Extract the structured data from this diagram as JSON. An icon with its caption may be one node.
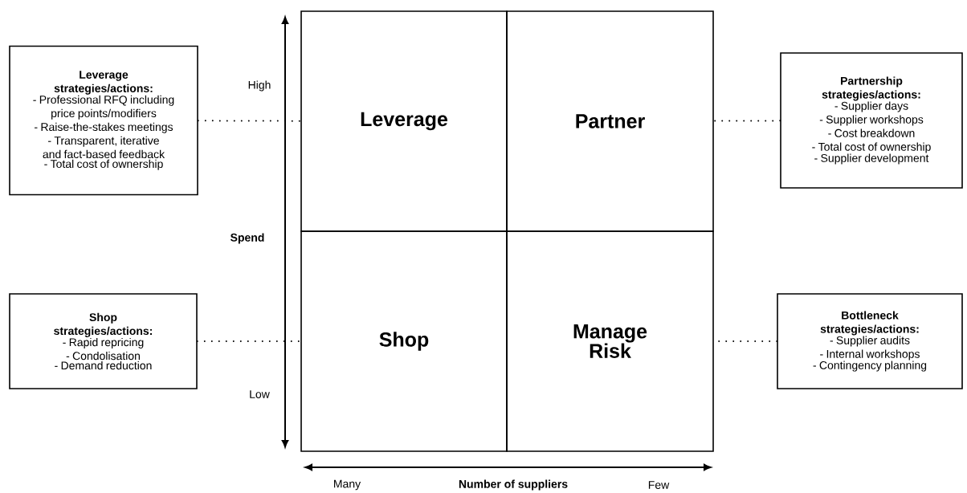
{
  "diagram": {
    "nodes": [
      {
        "text": [
          "Leverage"
        ]
      },
      {
        "text": [
          "Partner"
        ]
      },
      {
        "text": [
          "Shop"
        ]
      },
      {
        "text": [
          "Manage Risk"
        ]
      },
      {
        "text": [
          "Leverage strategies/actions:",
          "- Professional RFQ including price points/modifiers",
          "- Raise-the-stakes meetings",
          "- Transparent, iterative and fact-based feedback",
          "- Total cost of ownership"
        ]
      },
      {
        "text": [
          "Partnership strategies/actions:",
          "- Supplier days",
          "- Supplier workshops",
          "- Cost breakdown",
          "- Total cost of ownership",
          "- Supplier development"
        ]
      },
      {
        "text": [
          "Shop strategies/actions:",
          "- Rapid repricing",
          "- Condolisation",
          "- Demand reduction"
        ]
      },
      {
        "text": [
          "Bottleneck strategies/actions:",
          "- Supplier audits",
          "- Internal workshops",
          "- Contingency planning"
        ]
      }
    ],
    "edges": [
      {
        "from": 4,
        "to": 0,
        "arrow": "none",
        "style": "dashed"
      },
      {
        "from": 5,
        "to": 1,
        "arrow": "none",
        "style": "dashed"
      },
      {
        "from": 6,
        "to": 2,
        "arrow": "none",
        "style": "dashed"
      },
      {
        "from": 7,
        "to": 3,
        "arrow": "none",
        "style": "dashed"
      }
    ],
    "labels": [
      "High",
      "Spend",
      "Low",
      "Many",
      "Number of suppliers",
      "Few"
    ]
  }
}
